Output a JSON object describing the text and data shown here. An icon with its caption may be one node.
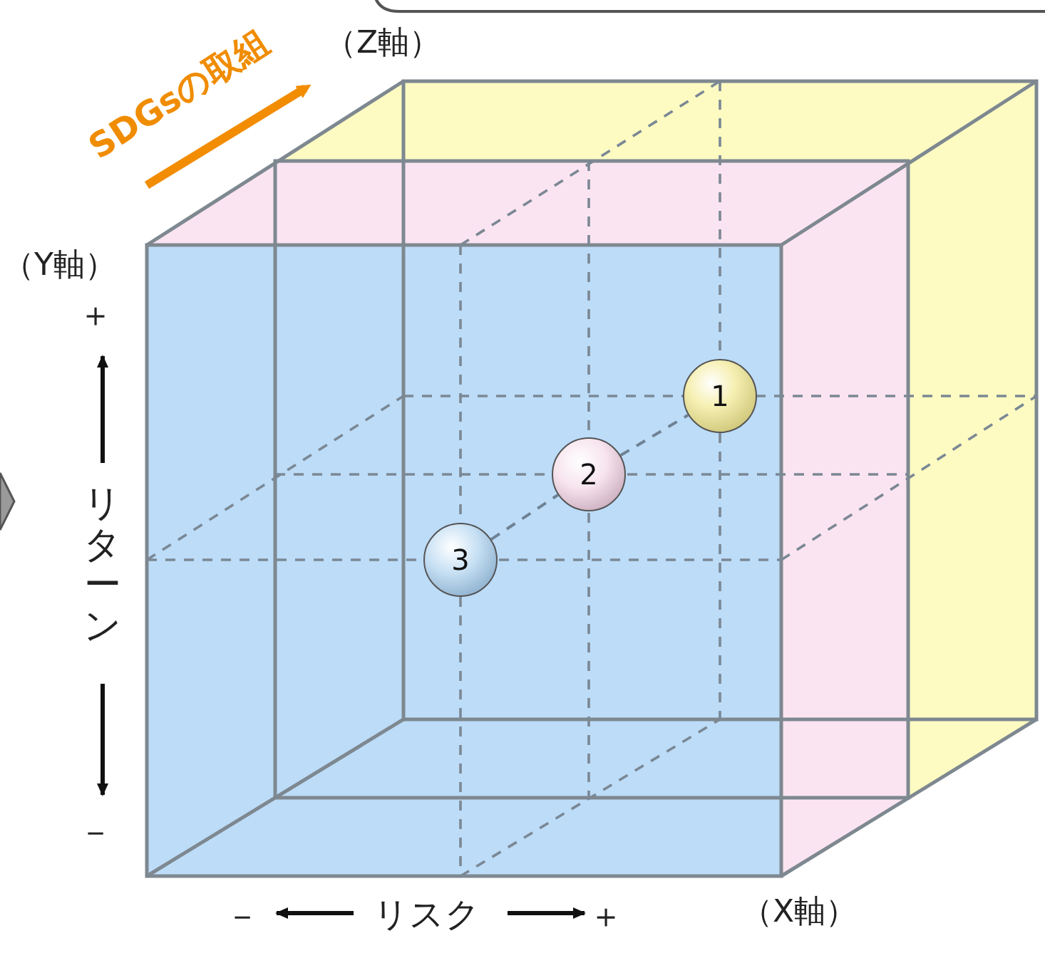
{
  "diagram": {
    "nodes": [
      {
        "text": [
          "1"
        ]
      },
      {
        "text": [
          "2"
        ]
      },
      {
        "text": [
          "3"
        ]
      }
    ],
    "edges": [
      {
        "from": 2,
        "to": 1,
        "arrow": "none",
        "style": "dashed"
      },
      {
        "from": 1,
        "to": 0,
        "arrow": "none",
        "style": "dashed"
      }
    ],
    "labels": [
      "SDGsの取組",
      "（Z軸）",
      "（Y軸）",
      "＋",
      "リターン",
      "－",
      "－",
      "リスク",
      "＋",
      "（X軸）"
    ]
  }
}
